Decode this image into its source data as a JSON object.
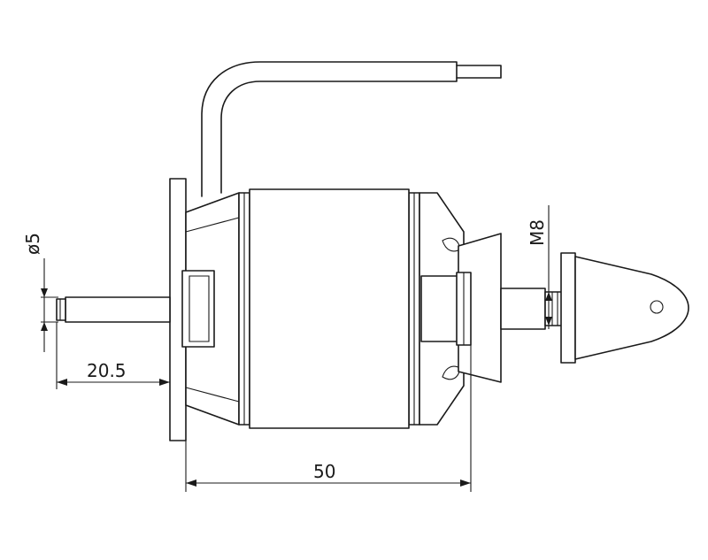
{
  "dimensions": {
    "shaft_diameter": "ø5",
    "shaft_length": "20.5",
    "body_length": "50",
    "thread": "M8"
  }
}
